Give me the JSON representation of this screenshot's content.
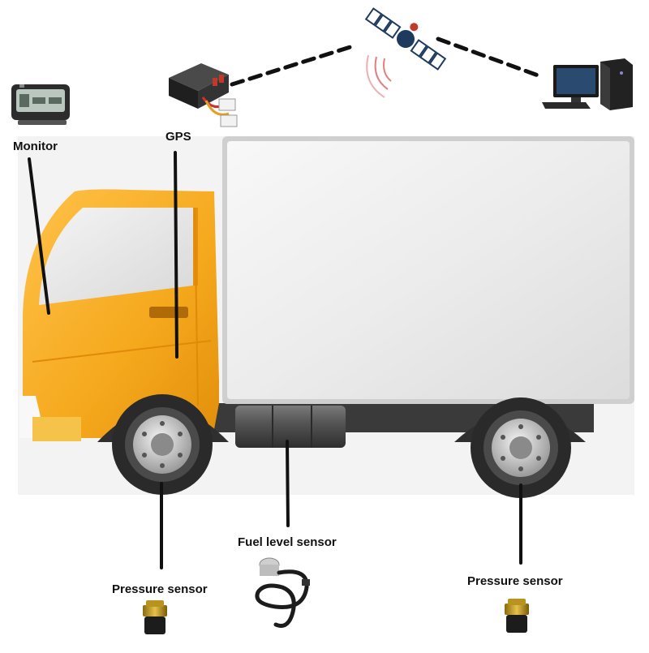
{
  "labels": {
    "monitor": "Monitor",
    "gps": "GPS",
    "fuel_level_sensor": "Fuel level sensor",
    "pressure_sensor_front": "Pressure sensor",
    "pressure_sensor_rear": "Pressure sensor"
  },
  "icons": {
    "monitor": "tire-pressure-monitor-icon",
    "gps": "gps-tracker-icon",
    "satellite": "satellite-icon",
    "computer": "desktop-computer-icon",
    "fuel_sensor": "fuel-level-sensor-icon",
    "pressure_sensor": "tire-pressure-sensor-icon"
  },
  "colors": {
    "cab": "#f5a81c",
    "box": "#eeeeee",
    "link": "#111111"
  }
}
